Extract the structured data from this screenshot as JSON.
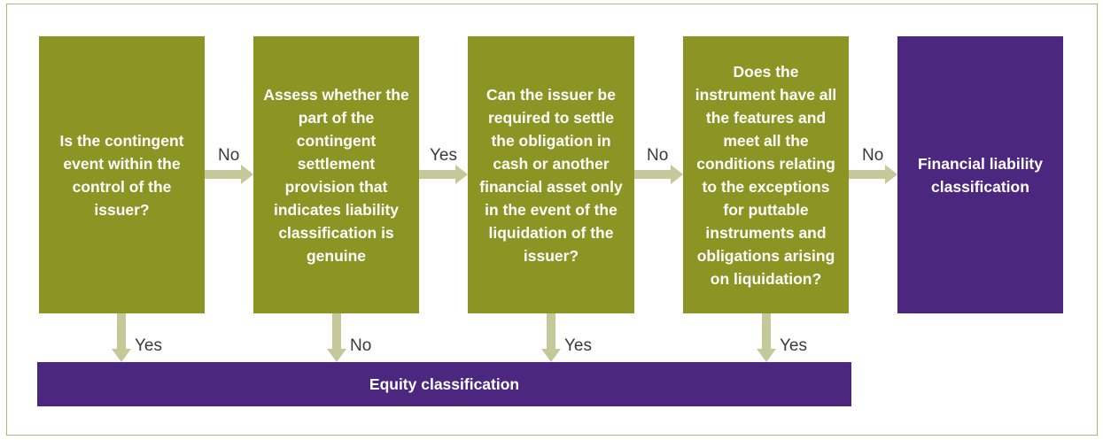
{
  "boxes": {
    "q1": "Is the contingent event within the control of the issuer?",
    "q2": "Assess whether the part of the contingent settlement provision that indicates liability classification is genuine",
    "q3": "Can the issuer be required to settle the obligation in cash or another financial asset only in the event of the liquidation of the issuer?",
    "q4": "Does the instrument have all the features and meet all the conditions relating to the exceptions for puttable instruments and obligations arising on liquidation?",
    "financial_liability": "Financial liability classification",
    "equity": "Equity classification"
  },
  "labels": {
    "q1_right": "No",
    "q2_right": "Yes",
    "q3_right": "No",
    "q4_right": "No",
    "q1_down": "Yes",
    "q2_down": "No",
    "q3_down": "Yes",
    "q4_down": "Yes"
  },
  "colors": {
    "green": "#8c9423",
    "purple": "#4b2780",
    "arrow": "#c5c99a"
  }
}
